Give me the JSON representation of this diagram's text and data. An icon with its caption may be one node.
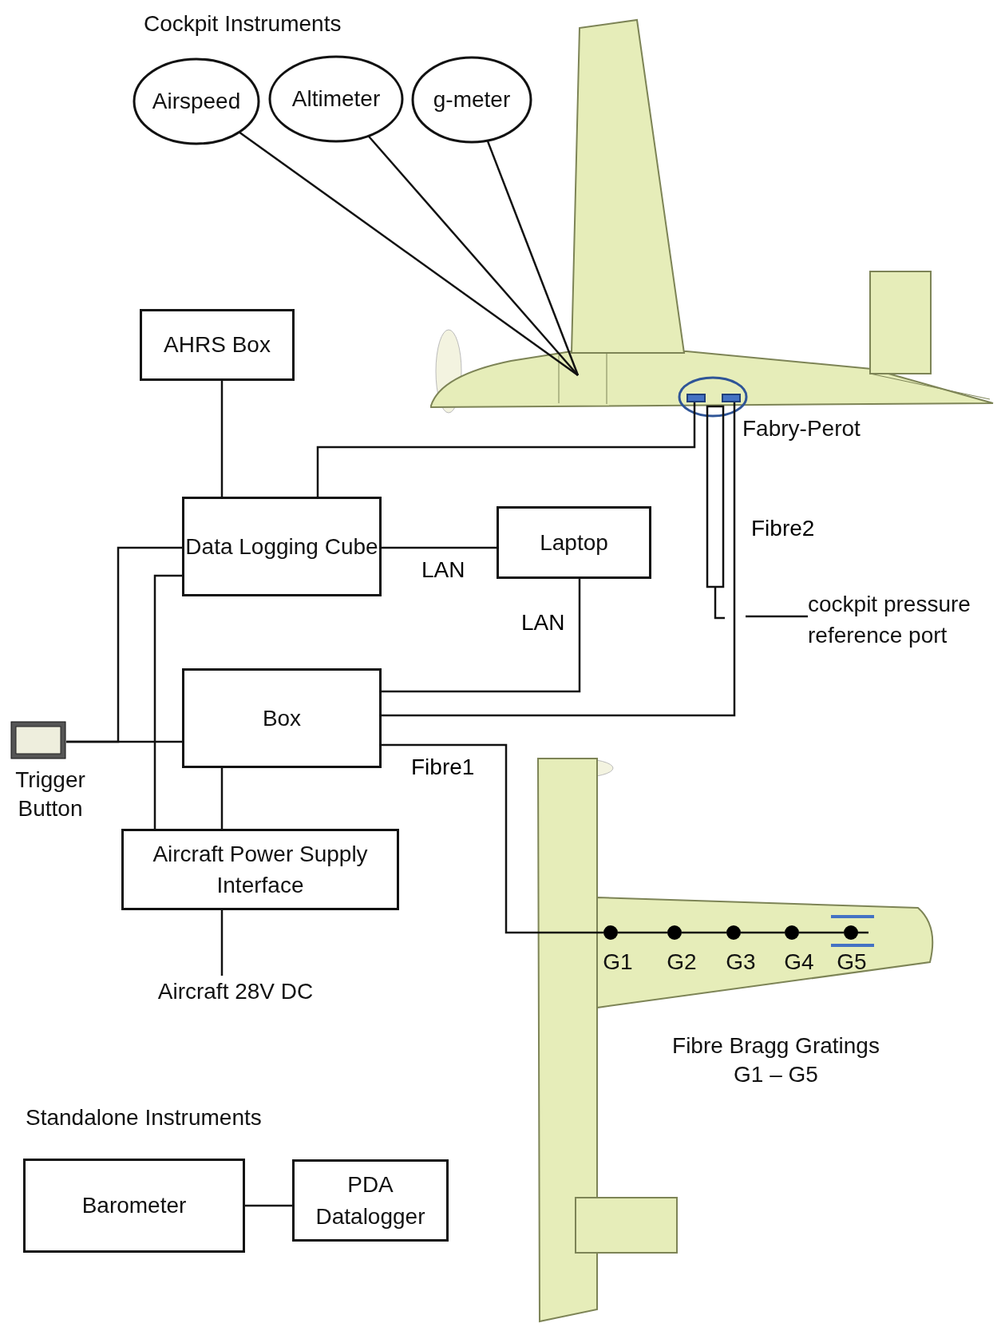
{
  "diagram": {
    "nodes": [
      {
        "text": [
          "Airspeed"
        ]
      },
      {
        "text": [
          "Altimeter"
        ]
      },
      {
        "text": [
          "g-meter"
        ]
      },
      {
        "text": [
          "AHRS Box"
        ]
      },
      {
        "text": [
          "Data Logging Cube"
        ]
      },
      {
        "text": [
          "Laptop"
        ]
      },
      {
        "text": [
          "Box"
        ]
      },
      {
        "text": [
          "Trigger Button"
        ]
      },
      {
        "text": [
          "Aircraft Power Supply Interface"
        ]
      },
      {
        "text": [
          "Aircraft 28V DC"
        ]
      },
      {
        "text": [],
        "shape": "box"
      },
      {
        "text": [
          "Fabry-Perot"
        ]
      },
      {
        "text": [
          "cockpit pressure reference port"
        ]
      },
      {
        "text": [
          "G1"
        ]
      },
      {
        "text": [
          "G2"
        ]
      },
      {
        "text": [
          "G3"
        ]
      },
      {
        "text": [
          "G4"
        ]
      },
      {
        "text": [
          "G5"
        ]
      },
      {
        "text": [
          "Barometer"
        ]
      },
      {
        "text": [
          "PDA Datalogger"
        ]
      }
    ],
    "edges": [
      {
        "from": 0,
        "to": null,
        "arrow": "none"
      },
      {
        "from": 1,
        "to": null,
        "arrow": "none"
      },
      {
        "from": 2,
        "to": null,
        "arrow": "none"
      },
      {
        "from": 3,
        "to": 4,
        "arrow": "none"
      },
      {
        "from": 4,
        "to": 5,
        "arrow": "none",
        "label": "LAN"
      },
      {
        "from": 5,
        "to": 6,
        "arrow": "none",
        "label": "LAN"
      },
      {
        "from": 4,
        "to": 10,
        "arrow": "none"
      },
      {
        "from": 6,
        "to": 11,
        "arrow": "none",
        "label": "Fibre2"
      },
      {
        "from": 7,
        "to": 4,
        "arrow": "none"
      },
      {
        "from": 7,
        "to": 6,
        "arrow": "none"
      },
      {
        "from": 8,
        "to": 4,
        "arrow": "none"
      },
      {
        "from": 6,
        "to": 8,
        "arrow": "none"
      },
      {
        "from": 8,
        "to": 9,
        "arrow": "none"
      },
      {
        "from": 6,
        "to": 13,
        "arrow": "none",
        "label": "Fibre1"
      },
      {
        "from": 13,
        "to": 14,
        "arrow": "none"
      },
      {
        "from": 14,
        "to": 15,
        "arrow": "none"
      },
      {
        "from": 15,
        "to": 16,
        "arrow": "none"
      },
      {
        "from": 16,
        "to": 17,
        "arrow": "none"
      },
      {
        "from": 12,
        "to": null,
        "arrow": "none"
      },
      {
        "from": 18,
        "to": 19,
        "arrow": "none"
      }
    ],
    "labels": [
      "Cockpit Instruments",
      "Fibre Bragg Gratings G1 – G5",
      "Standalone Instruments"
    ]
  }
}
